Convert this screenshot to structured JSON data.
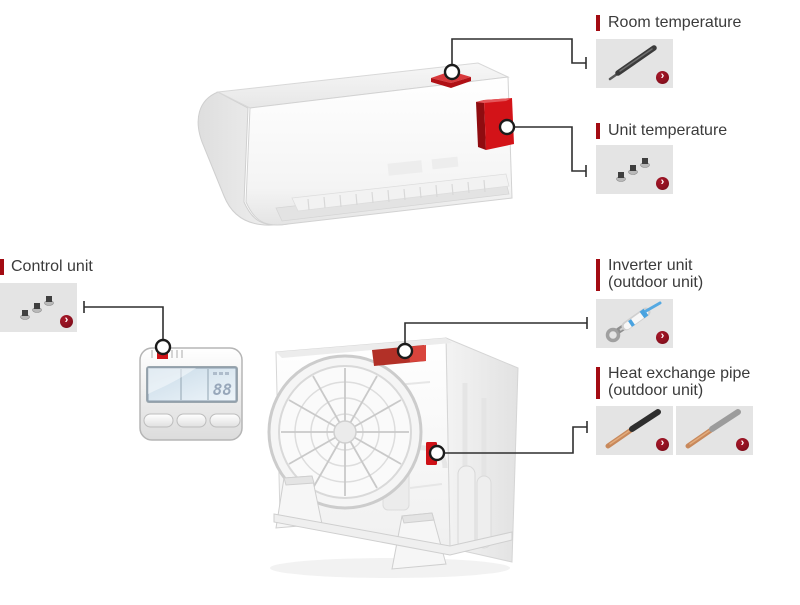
{
  "colors": {
    "accent_bar_red": "#a30b12",
    "marker_red": "#cc1418",
    "thumb_background": "#e4e4e4",
    "arrow_button_red": "#8e1120",
    "connector_line": "#2f2f2f",
    "label_text": "#3b3b3b"
  },
  "icons": {
    "chevron_right": "›"
  },
  "callouts": {
    "room_temperature": {
      "label": "Room temperature",
      "thumbs": [
        {
          "icon": "temperature-probe-icon"
        }
      ]
    },
    "unit_temperature": {
      "label": "Unit temperature",
      "thumbs": [
        {
          "icon": "sensor-set-icon"
        }
      ]
    },
    "control_unit": {
      "label": "Control unit",
      "thumbs": [
        {
          "icon": "sensor-set-icon"
        }
      ]
    },
    "inverter_unit": {
      "label": "Inverter unit",
      "sublabel": "(outdoor unit)",
      "thumbs": [
        {
          "icon": "ring-terminal-sensor-icon"
        }
      ]
    },
    "heat_exchange_pipe": {
      "label": "Heat exchange pipe",
      "sublabel": "(outdoor unit)",
      "thumbs": [
        {
          "icon": "pipe-sensor-black-sleeve-icon"
        },
        {
          "icon": "pipe-sensor-gray-sleeve-icon"
        }
      ]
    }
  },
  "control_unit_display": {
    "value": "88"
  }
}
